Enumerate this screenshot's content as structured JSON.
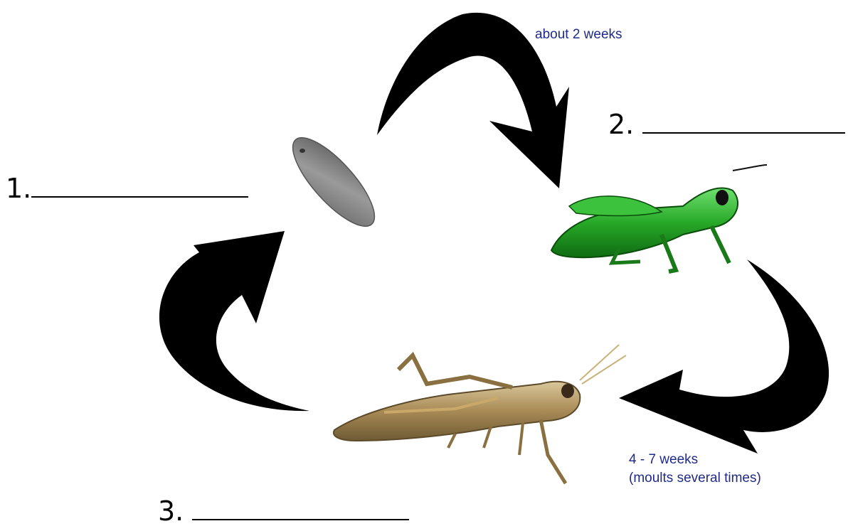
{
  "labels": {
    "stage1": "1.",
    "stage2": "2.",
    "stage3": "3."
  },
  "annotations": {
    "egg_to_nymph": "about 2 weeks",
    "nymph_to_adult_line1": "4 - 7 weeks",
    "nymph_to_adult_line2": "(moults several times)"
  },
  "colors": {
    "arrow": "#000000",
    "annotation_text": "#1f2a8a",
    "nymph_green": "#2fb12f",
    "adult_brown": "#a88a55",
    "egg_gray": "#7a7a7a"
  },
  "icons": [
    "egg-icon",
    "nymph-grasshopper-icon",
    "adult-grasshopper-icon",
    "curved-arrow-icon"
  ]
}
